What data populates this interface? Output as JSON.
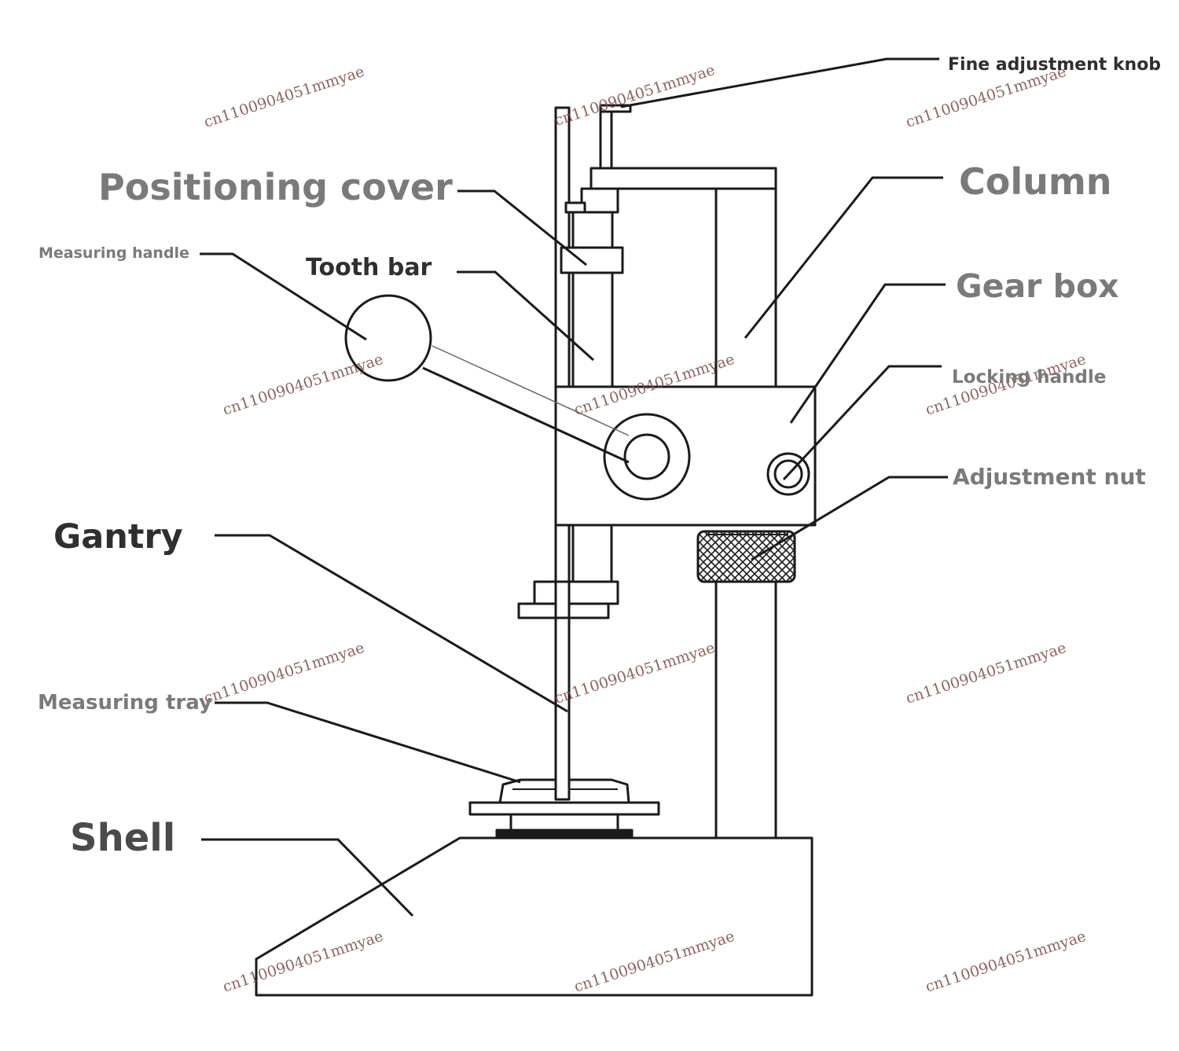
{
  "labels": {
    "fine_adjustment_knob": "Fine adjustment knob",
    "positioning_cover": "Positioning cover",
    "column": "Column",
    "measuring_handle": "Measuring handle",
    "tooth_bar": "Tooth bar",
    "gear_box": "Gear box",
    "locking_handle": "Locking handle",
    "adjustment_nut": "Adjustment nut",
    "gantry": "Gantry",
    "measuring_tray": "Measuring tray",
    "shell": "Shell"
  },
  "watermark": "cn1100904051mmyae",
  "colors": {
    "line": "#1a1a1a",
    "label_gray": "#7a7a7a",
    "label_dark": "#2f2f2f",
    "watermark": "#7a4a4a"
  }
}
